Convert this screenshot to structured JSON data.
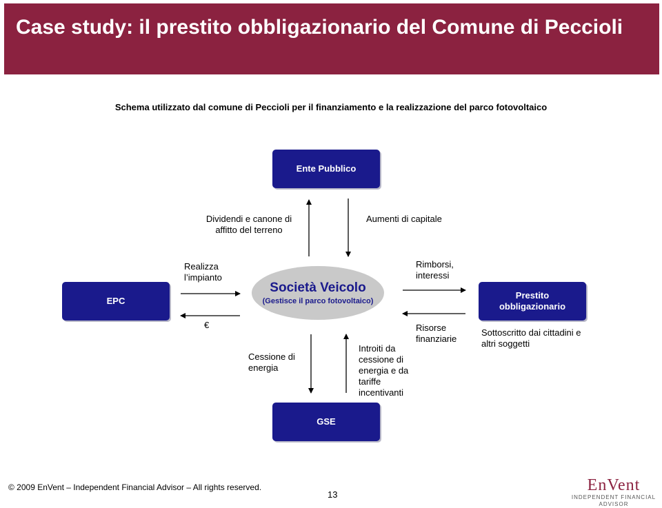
{
  "header": {
    "title": "Case study: il prestito obbligazionario del Comune di Peccioli"
  },
  "subtitle": "Schema utilizzato dal comune di Peccioli per il finanziamento e la realizzazione del parco fotovoltaico",
  "nodes": {
    "ente": "Ente Pubblico",
    "epc": "EPC",
    "societa_main": "Società Veicolo",
    "societa_sub": "(Gestisce il parco fotovoltaico)",
    "prestito": "Prestito obbligazionario",
    "gse": "GSE"
  },
  "labels": {
    "dividendi": "Dividendi e canone di affitto del terreno",
    "aumenti": "Aumenti di capitale",
    "realizza": "Realizza l’impianto",
    "euro": "€",
    "rimborsi": "Rimborsi, interessi",
    "risorse": "Risorse finanziarie",
    "sottoscritto": "Sottoscritto dai cittadini e altri soggetti",
    "cessione": "Cessione di energia",
    "introiti": "Introiti da cessione di energia e da tariffe incentivanti"
  },
  "footer": {
    "copyright": "© 2009 EnVent – Independent Financial Advisor – All rights reserved.",
    "page": "13",
    "logo_name": "EnVent",
    "logo_tag": "INDEPENDENT FINANCIAL ADVISOR"
  },
  "colors": {
    "header": "#8b2240",
    "box": "#1a1a8c",
    "ellipse": "#c9c9c9"
  }
}
